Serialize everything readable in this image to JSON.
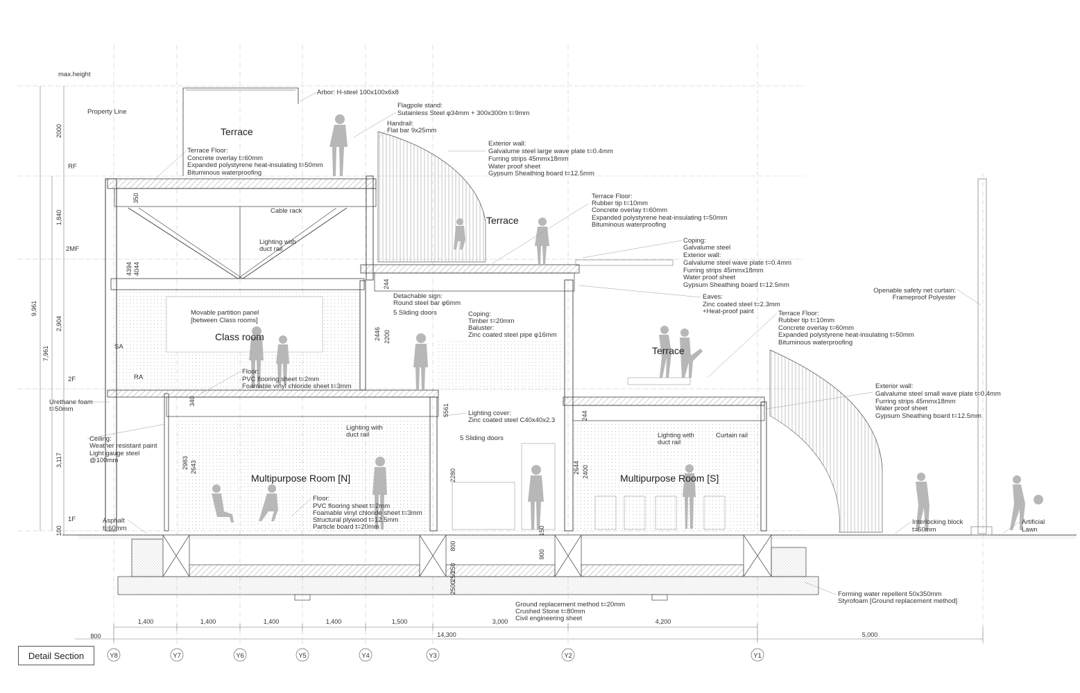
{
  "title": "Detail Section",
  "levels": [
    "max.height",
    "RF",
    "2MF",
    "2F",
    "1F"
  ],
  "property_line": "Property Line",
  "rooms": {
    "terrace_top": "Terrace",
    "terrace_mid": "Terrace",
    "terrace_right": "Terrace",
    "classroom": "Class room",
    "mp_n": "Multipurpose Room [N]",
    "mp_s": "Multipurpose Room [S]"
  },
  "small_labels": {
    "sa": "SA",
    "ra": "RA"
  },
  "notes": {
    "arbor": [
      "Arbor: H-steel 100x100x6x8"
    ],
    "flagpole": [
      "Flagpole stand:",
      "Sutainless Steel φ34mm + 300x300m t=9mm"
    ],
    "handrail": [
      "Handrail:",
      "Flat bar  9x25mm"
    ],
    "ext_wall_top": [
      "Exterior wall:",
      "Galvalume steel large wave plate  t=0.4mm",
      "Furring strips 45mmx18mm",
      "Water proof sheet",
      "Gypsum Sheathing board t=12.5mm"
    ],
    "terrace_floor_top": [
      "Terrace Floor:",
      "Concrete overlay t=60mm",
      "Expanded polystyrene heat-insulating t=50mm",
      "Bituminous waterproofing"
    ],
    "cable_rack": [
      "Cable rack"
    ],
    "lighting_top": [
      "Lighting with",
      "duct rail"
    ],
    "terrace_floor_mid": [
      "Terrace Floor:",
      "Rubber tip  t=10mm",
      "Concrete overlay t=60mm",
      "Expanded polystyrene heat-insulating t=50mm",
      "Bituminous waterproofing"
    ],
    "coping_mid": [
      "Coping:",
      "Galvalume steel",
      "Exterior wall:",
      "Galvalume steel wave plate  t=0.4mm",
      "Furring strips 45mmx18mm",
      "Water proof sheet",
      "Gypsum Sheathing board t=12.5mm"
    ],
    "eaves": [
      "Eaves:",
      "Zinc coated steel  t=2.3mm",
      "+Heat-proof paint"
    ],
    "safety_net": [
      "Openable safety net curtain:",
      "Frameproof Polyester"
    ],
    "partition": [
      "Movable partition panel",
      "[between Class rooms]"
    ],
    "detach_sign": [
      "Detachable sign:",
      "Round steel bar φ6mm"
    ],
    "sliding_doors_upper": [
      "5 Sliding doors"
    ],
    "coping_timber": [
      "Coping:",
      "Timber t=20mm",
      "Baluster:",
      "Zinc coated steel pipe φ16mm"
    ],
    "terrace_floor_right": [
      "Terrace Floor:",
      "Rubber tip  t=10mm",
      "Concrete overlay t=60mm",
      "Expanded polystyrene heat-insulating t=50mm",
      "Bituminous waterproofing"
    ],
    "floor_2f": [
      "Floor:",
      "PVC flooring sheet t=2mm",
      "Foamable vinyl chloride sheet t=3mm"
    ],
    "ext_wall_small": [
      "Exterior wall:",
      "Galvalume steel small wave plate  t=0.4mm",
      "Furring strips 45mmx18mm",
      "Water proof sheet",
      "Gypsum Sheathing board t=12.5mm"
    ],
    "urethane": [
      "Urethane foam",
      "t=50mm"
    ],
    "lighting_cover": [
      "Lighting cover:",
      "Zinc coated steel C40x40x2.3"
    ],
    "lighting_mid": [
      "Lighting with",
      "duct rail"
    ],
    "sliding_doors_lower": [
      "5 Sliding doors"
    ],
    "lighting_right": [
      "Lighting with",
      "duct rail"
    ],
    "curtain_rail": [
      "Curtain rail"
    ],
    "ceiling": [
      "Ceiling:",
      "Weather resistant paint",
      "Light gauge steel",
      "@100mm"
    ],
    "floor_1f": [
      "Floor:",
      "PVC flooring sheet t=2mm",
      "Foamable vinyl chloride sheet t=3mm",
      "Structural plywood t=12.5mm",
      "Particle board t=20mm"
    ],
    "asphalt": [
      "Asphalt",
      "t=60mm"
    ],
    "interlocking": [
      "Interlocking block",
      "t=60mm"
    ],
    "lawn": [
      "Artificial",
      "Lawn"
    ],
    "forming": [
      "Forming water repellent 50x350mm",
      "Styrofoam [Ground replacement method]"
    ],
    "ground": [
      "Ground replacement method t=20mm",
      "Crushed Stone t=80mm",
      "Civil engineering sheet"
    ]
  },
  "vertical_dims": {
    "total_outer": "9,961",
    "total_inner": "7,961",
    "d2000": "2000",
    "d1840": "1,840",
    "d2904": "2,904",
    "d3117": "3,117",
    "d100": "100",
    "d350": "350",
    "d4394": "4394",
    "d4044": "4044",
    "d244a": "244",
    "d2446": "2446",
    "d2200": "2200",
    "d340": "340",
    "d2983": "2983",
    "d2643": "2643",
    "d5561": "5561",
    "d2280": "2280",
    "d244b": "244",
    "d2644": "2644",
    "d2400": "2400",
    "d150": "150",
    "d800": "800",
    "d900": "900",
    "d250a": "250",
    "d250b": "250",
    "d2500": "2500"
  },
  "horizontal_dims": {
    "spans": [
      "1,400",
      "1,400",
      "1,400",
      "1,400",
      "1,500",
      "3,000",
      "4,200"
    ],
    "left": "800",
    "total": "14,300",
    "right": "5,000"
  },
  "grid_labels": [
    "Y8",
    "Y7",
    "Y6",
    "Y5",
    "Y4",
    "Y3",
    "Y2",
    "Y1"
  ]
}
